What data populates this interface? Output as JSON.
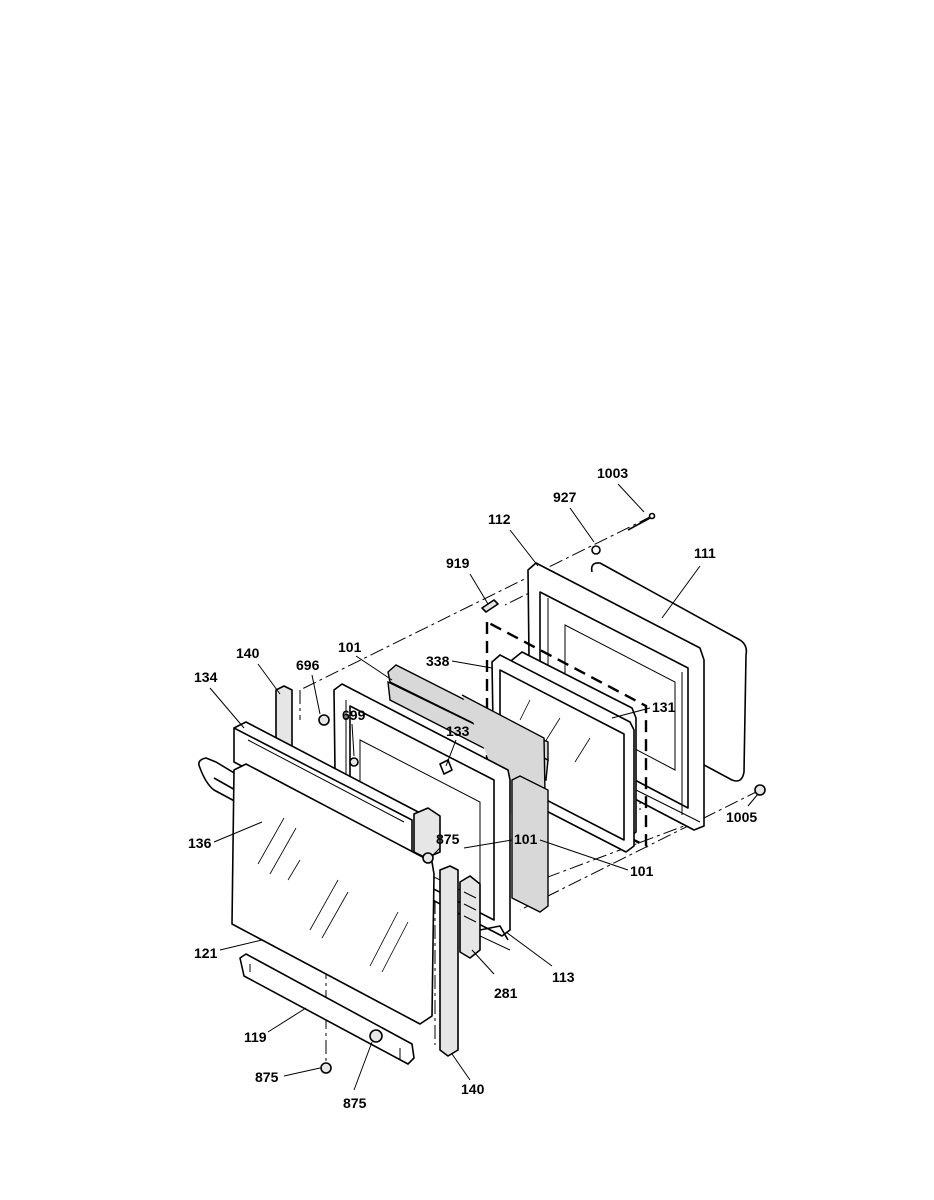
{
  "labels": {
    "p1003": "1003",
    "p927": "927",
    "p112": "112",
    "p111": "111",
    "p919": "919",
    "p338": "338",
    "p131": "131",
    "p140_top": "140",
    "p696": "696",
    "p101_top": "101",
    "p134": "134",
    "p699": "699",
    "p133": "133",
    "p875_mid": "875",
    "p101_mid": "101",
    "p1005": "1005",
    "p136": "136",
    "p101_right": "101",
    "p121": "121",
    "p113": "113",
    "p281": "281",
    "p119": "119",
    "p875_left": "875",
    "p875_bottom": "875",
    "p140_bottom": "140"
  }
}
